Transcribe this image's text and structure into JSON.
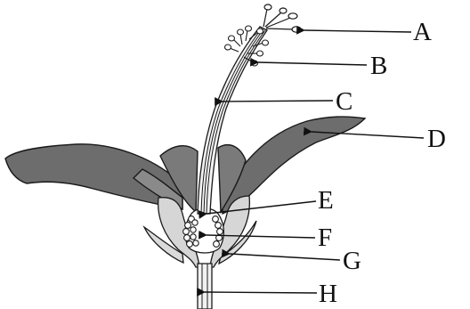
{
  "diagram": {
    "labels": {
      "a": "A",
      "b": "B",
      "c": "C",
      "d": "D",
      "e": "E",
      "f": "F",
      "g": "G",
      "h": "H"
    },
    "colors": {
      "petal": "#6d6d6d",
      "petal_light": "#8a8a8a",
      "sepal": "#dadada",
      "column": "#f2f2f2",
      "outline": "#1a1a1a"
    }
  }
}
